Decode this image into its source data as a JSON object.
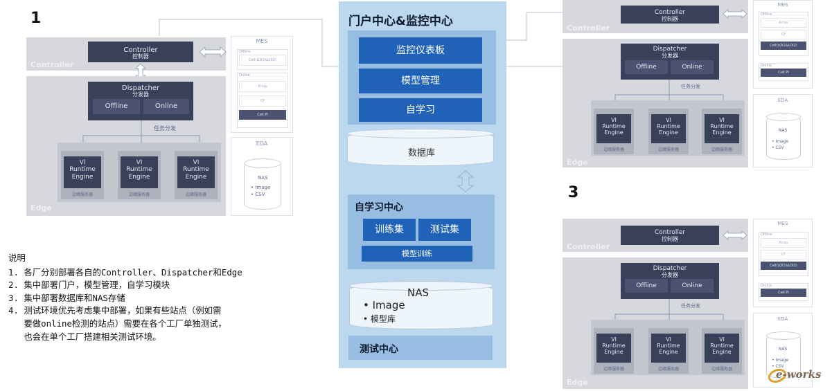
{
  "labels": {
    "num1": "1",
    "num3": "3"
  },
  "site": {
    "controller_band": "Controller",
    "controller_en": "Controller",
    "controller_cn": "控制器",
    "dispatcher_en": "Dispatcher",
    "dispatcher_cn": "分发器",
    "offline": "Offline",
    "online": "Online",
    "task_dispatch": "任务分发",
    "edge_band": "Edge",
    "engine_line1": "VI",
    "engine_line2": "Runtime",
    "engine_line3": "Engine",
    "edge_server": "边缘服务器"
  },
  "mes": {
    "title": "MES",
    "offline_h": "Offline",
    "offline_cell": "Cell(LOI1&LOI2)",
    "online_h": "Online",
    "array": "Array",
    "cf": "CF",
    "cell_pi": "Cell PI"
  },
  "mes_right": {
    "offline_h": "Offline",
    "array": "Array",
    "cf": "CF",
    "offline_cell": "Cell(LOI1&LOI2)",
    "online_h": "Online",
    "cell_pi": "Cell PI"
  },
  "eda": {
    "title": "EDA",
    "nas": "NAS",
    "item1": "Image",
    "item2": "CSV"
  },
  "center": {
    "title": "门户中心&监控中心",
    "dashboard": "监控仪表板",
    "model_mgmt": "模型管理",
    "self_learn": "自学习",
    "database": "数据库",
    "self_learn_center": "自学习中心",
    "train_set": "训练集",
    "test_set": "测试集",
    "model_train": "模型训练",
    "nas": "NAS",
    "nas_item1": "Image",
    "nas_item2": "模型库",
    "test_center": "测试中心"
  },
  "notes": {
    "title": "说明",
    "items": [
      "1. 各厂分别部署各自的Controller、Dispatcher和Edge",
      "2. 集中部署门户，模型管理，自学习模块",
      "3. 集中部署数据库和NAS存储",
      "4. 测试环境优先考虑集中部署，如果有些站点（例如需",
      "   要做online检测的站点）需要在各个工厂单独测试，",
      "   也会在单个工厂搭建相关测试环境。"
    ]
  },
  "watermark": "e-works"
}
